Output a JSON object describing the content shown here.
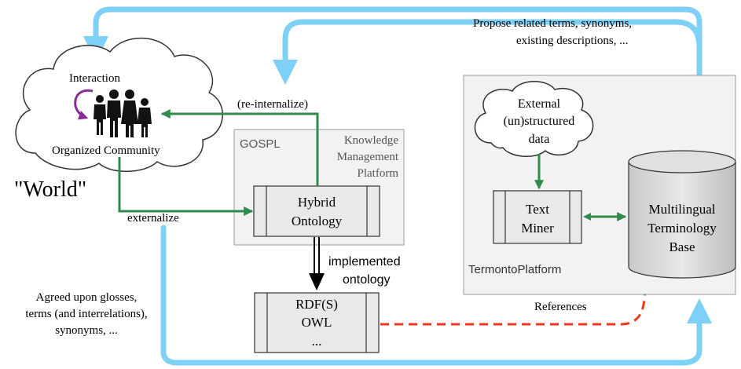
{
  "colors": {
    "loop_arrow": "#7ed0f6",
    "green_arrow": "#2e8b4a",
    "references_arrow": "#f0381f",
    "box_fill": "#e9e9e9",
    "panel_fill": "#f2f2f2",
    "panel_border": "#9a9a9a",
    "interaction_arrow": "#8a2a9a"
  },
  "world": {
    "interaction_label": "Interaction",
    "community_label": "Organized Community",
    "world_label": "\"World\"",
    "icon": "people-group-icon"
  },
  "gospl_panel": {
    "label": "GOSPL",
    "kmp_line1": "Knowledge",
    "kmp_line2": "Management",
    "kmp_line3": "Platform",
    "hybrid_line1": "Hybrid",
    "hybrid_line2": "Ontology"
  },
  "rdf_box": {
    "line1": "RDF(S)",
    "line2": "OWL",
    "line3": "..."
  },
  "termonto_panel": {
    "label": "TermontoPlatform",
    "external_line1": "External",
    "external_line2": "(un)structured",
    "external_line3": "data",
    "miner_line1": "Text",
    "miner_line2": "Miner",
    "db_line1": "Multilingual",
    "db_line2": "Terminology",
    "db_line3": "Base"
  },
  "edge_labels": {
    "reinternalize": "(re-internalize)",
    "externalize": "externalize",
    "implemented_line1": "implemented",
    "implemented_line2": "ontology",
    "references": "References",
    "propose_line1": "Propose related terms, synonyms,",
    "propose_line2": "existing descriptions, ...",
    "agreed_line1": "Agreed upon glosses,",
    "agreed_line2": "terms (and interrelations),",
    "agreed_line3": "synonyms, ..."
  }
}
